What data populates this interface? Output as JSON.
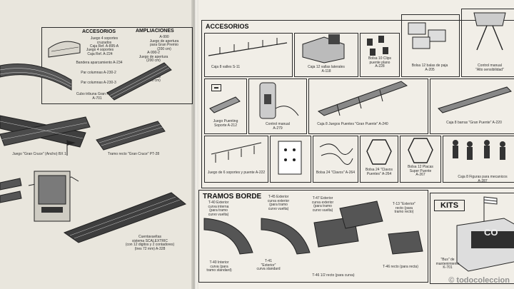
{
  "left": {
    "accesorios_title": "ACCESORIOS",
    "ampliaciones_title": "AMPLIACIONES",
    "acc_items": [
      "Juego 4 soportes cruzados\nCaja Ref. A-895-A",
      "Juego 4 soportes\nCaja Ref. A-224",
      "Bandera aparcamiento A-234",
      "Par columnas A-230-2",
      "Par columnas A-230-3",
      "Cubo tribuna Gran Premio\nA-701"
    ],
    "amp_items": [
      "A-990\nJuego de apertura\npara Gran Premio\n(200 cm)",
      "A-990-2\nJuego de apertura\n(200 cm)",
      "A-990-3\nJuego de\n(200 cm)"
    ],
    "cross_caption": "Juego \"Gran Cruce\" (Ancho) BX 1",
    "straight_caption": "Tramo recto \"Gran Cruce\" PT-28",
    "lapcounter_caption": "Cuentavueltas\nsistema SCALEXTRIC\n(con 12 digitos y 2 contadores)\n(tres 72 mm) A-328"
  },
  "right": {
    "accesorios_title": "ACCESORIOS",
    "tramos_title": "TRAMOS BORDE",
    "kits_title": "KITS",
    "row1": [
      "Caja 8 valles S-11",
      "Caja 12 vallas laterales\nA-118",
      "Bolsa 10 Clips\npuente plano\nA-228",
      "Bolsa 12 balas de paja\nA-205",
      "Control manual\n\"Alto sensibilidad\""
    ],
    "row2": [
      "Juego Puenting\nSoporte A-212",
      "Control manual\nA-279",
      "Caja 8 Juegos Puentes \"Gran Puente\" A-240",
      "Caja 8 barras \"Gran Puente\" A-220"
    ],
    "row3": [
      "Juego de 6 soportes y puente A-222",
      "Bolsa 24 \"Clavos\" A-264",
      "Bolsa 24 \"Clavos Puentes\" A-264",
      "Bolsa 12 Placas\nSuper Puente\nA-267",
      "Caja 8 Figuras para mecanicos\nA-287"
    ],
    "tramos": [
      "T-40 Exterior\ncurva interna\n(para tramo\ncurvo vuelta)",
      "T-45 Exterior\ncurva exterior\n(para tramo\ncurvo vuelta)",
      "T-47 Exterior\ncurva exterior\n(para tramo\ncurvo vuelta)",
      "T-13 \"Exterior\"\nrecto (para\ntramo recto)",
      "T-40 Interior\ncurva (para\ntramo standard)",
      "T-41\n\"Exterior\"\ncurva standard",
      "T-46 1/2 recto (para curva)",
      "T-46 recto (para recta)"
    ],
    "kit_caption": "\"Bus\" de\nmantenimiento\nK-701",
    "kit_sign": "CO"
  },
  "watermark": "© todocoleccion",
  "colors": {
    "paper": "#f1eee7",
    "ink": "#1d1d1d",
    "watermark": "#7a7a7a"
  }
}
